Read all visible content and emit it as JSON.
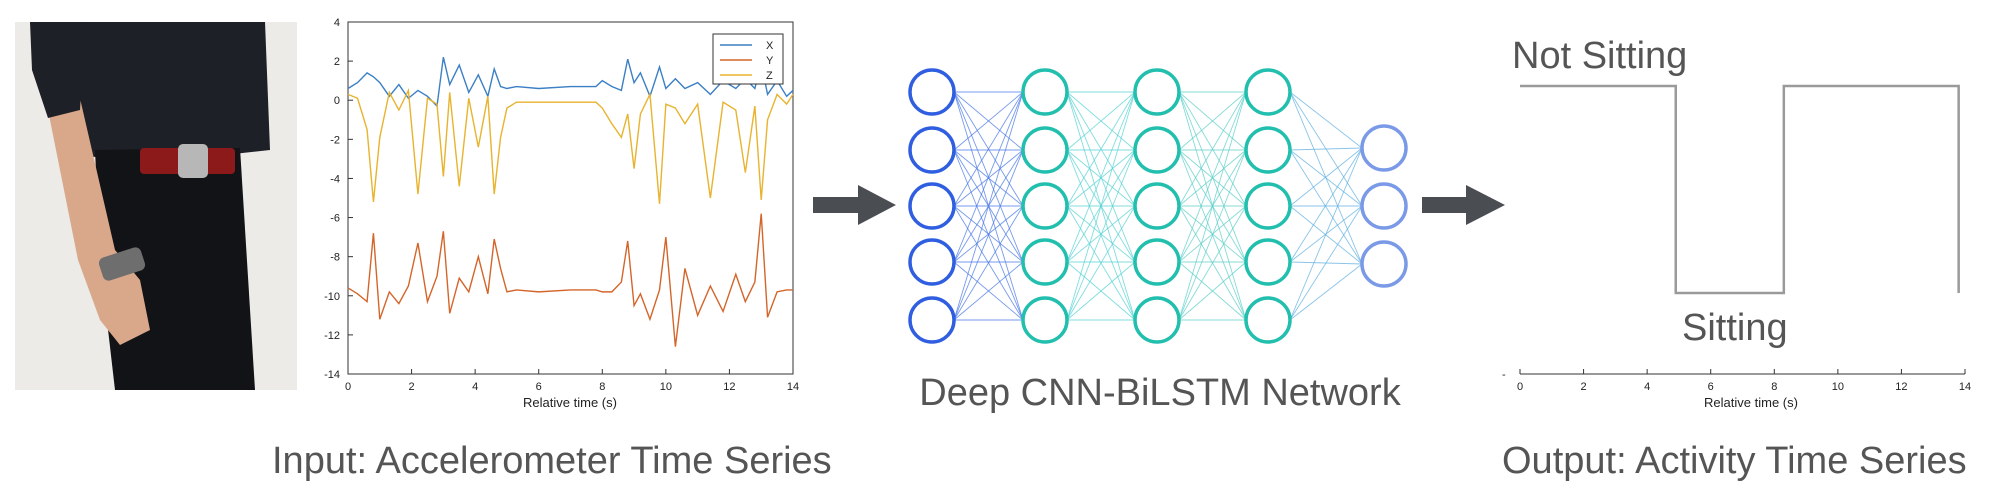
{
  "photo": {
    "subject": "person-wearing-wrist-and-waist-sensors"
  },
  "input_caption": "Input: Accelerometer Time Series",
  "network_caption": "Deep CNN-BiLSTM Network",
  "output_caption": "Output: Activity Time Series",
  "colors": {
    "x": "#3b7fc4",
    "y": "#d4652a",
    "z": "#e8b32e",
    "output_line": "#9a9a9a",
    "arrow": "#4a4d52",
    "node_blue": "#2f5fe0",
    "node_teal": "#22bfae",
    "node_out": "#7a9ae8",
    "caption": "#555555"
  },
  "chart_data": [
    {
      "type": "line",
      "xlabel": "Relative time (s)",
      "ylabel": "",
      "xlim": [
        0,
        14
      ],
      "ylim": [
        -14,
        4
      ],
      "xticks": [
        "0",
        "2",
        "4",
        "6",
        "8",
        "10",
        "12",
        "14"
      ],
      "yticks": [
        "4",
        "2",
        "0",
        "-2",
        "-4",
        "-6",
        "-8",
        "-10",
        "-12",
        "-14"
      ],
      "legend": [
        "X",
        "Y",
        "Z"
      ],
      "legend_position": "top-right",
      "x": [
        0,
        0.3,
        0.6,
        0.8,
        1.0,
        1.3,
        1.6,
        1.9,
        2.2,
        2.5,
        2.8,
        3.0,
        3.2,
        3.5,
        3.8,
        4.1,
        4.4,
        4.6,
        4.8,
        5.0,
        5.3,
        6.0,
        7.0,
        7.8,
        8.0,
        8.3,
        8.6,
        8.8,
        9.0,
        9.2,
        9.5,
        9.8,
        10.0,
        10.3,
        10.6,
        11.0,
        11.4,
        11.8,
        12.2,
        12.5,
        12.8,
        13.0,
        13.2,
        13.5,
        13.8,
        14.0
      ],
      "series": [
        {
          "name": "X",
          "values": [
            0.6,
            0.9,
            1.4,
            1.2,
            0.9,
            0.2,
            0.8,
            0.1,
            0.5,
            0.2,
            -0.3,
            2.2,
            0.8,
            1.8,
            0.4,
            1.3,
            0.2,
            1.6,
            0.7,
            0.6,
            0.7,
            0.6,
            0.7,
            0.7,
            1.0,
            0.7,
            0.5,
            2.1,
            0.9,
            1.4,
            0.2,
            1.7,
            0.6,
            1.1,
            0.6,
            0.9,
            0.3,
            1.0,
            0.6,
            1.1,
            0.6,
            1.9,
            0.3,
            1.0,
            0.2,
            0.5
          ]
        },
        {
          "name": "Y",
          "values": [
            -9.6,
            -9.9,
            -10.3,
            -6.8,
            -11.2,
            -9.8,
            -10.4,
            -9.5,
            -7.3,
            -10.3,
            -9.0,
            -6.7,
            -10.9,
            -9.1,
            -9.8,
            -8.0,
            -9.9,
            -7.1,
            -8.6,
            -9.8,
            -9.7,
            -9.8,
            -9.7,
            -9.7,
            -9.8,
            -9.8,
            -9.3,
            -7.2,
            -10.5,
            -9.9,
            -11.2,
            -9.7,
            -7.0,
            -12.6,
            -8.6,
            -11.0,
            -9.5,
            -10.8,
            -8.9,
            -10.3,
            -9.3,
            -5.8,
            -11.1,
            -9.8,
            -9.7,
            -9.7
          ]
        },
        {
          "name": "Z",
          "values": [
            0.3,
            0.1,
            -1.5,
            -5.2,
            -1.9,
            0.4,
            -0.5,
            0.5,
            -4.8,
            0.1,
            -0.2,
            -3.9,
            0.4,
            -4.4,
            0.1,
            -2.4,
            0.2,
            -4.8,
            -1.9,
            -0.4,
            -0.1,
            -0.1,
            -0.1,
            -0.1,
            -0.4,
            -1.2,
            -1.9,
            -0.7,
            -3.5,
            -0.7,
            0.3,
            -5.3,
            -0.2,
            -0.4,
            -1.2,
            -0.2,
            -5.0,
            -0.1,
            -0.5,
            -3.7,
            -0.3,
            -5.1,
            -1.0,
            0.3,
            -0.2,
            0.3
          ]
        }
      ]
    },
    {
      "type": "line",
      "xlabel": "Relative time (s)",
      "xlim": [
        0,
        14
      ],
      "xticks": [
        "0",
        "2",
        "4",
        "6",
        "8",
        "10",
        "12",
        "14"
      ],
      "states": [
        "Not Sitting",
        "Sitting"
      ],
      "x": [
        0,
        4.9,
        4.9,
        8.3,
        8.3,
        13.8,
        13.8
      ],
      "values": [
        1,
        1,
        0,
        0,
        1,
        1,
        0
      ]
    }
  ]
}
